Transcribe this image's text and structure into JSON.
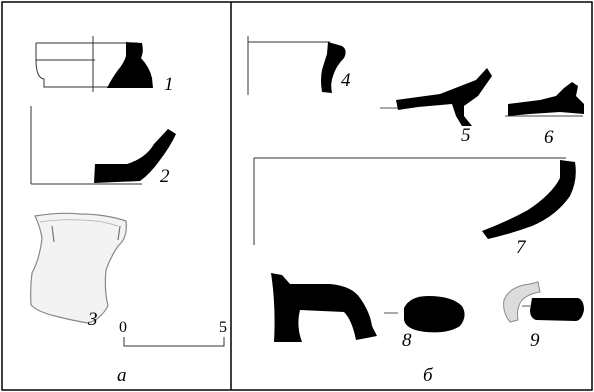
{
  "figure": {
    "items": [
      {
        "id": "1",
        "label": "1"
      },
      {
        "id": "2",
        "label": "2"
      },
      {
        "id": "3",
        "label": "3"
      },
      {
        "id": "4",
        "label": "4"
      },
      {
        "id": "5",
        "label": "5"
      },
      {
        "id": "6",
        "label": "6"
      },
      {
        "id": "7",
        "label": "7"
      },
      {
        "id": "8",
        "label": "8"
      },
      {
        "id": "9",
        "label": "9"
      }
    ],
    "scale_bar": {
      "start": "0",
      "end": "5"
    },
    "panels": {
      "a": "а",
      "b": "б"
    }
  }
}
